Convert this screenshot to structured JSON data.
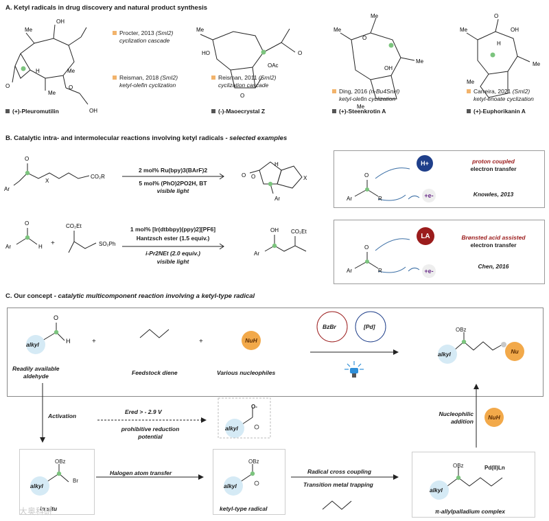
{
  "sectionA": {
    "title": "A. Ketyl radicals in drug discovery and natural product synthesis",
    "products": [
      {
        "name": "(+)-Pleuromutilin"
      },
      {
        "name": "(-)-Maoecrystal Z"
      },
      {
        "name": "(+)-Steenkrotin A"
      },
      {
        "name": "(+)-Euphorikanin A"
      }
    ],
    "refs": [
      {
        "author": "Procter, 2013",
        "reagent": "(SmI2)",
        "desc": "cyclization cascade"
      },
      {
        "author": "Reisman, 2018",
        "reagent": "(SmI2)",
        "desc": "ketyl-olefin cyclization"
      },
      {
        "author": "Reisman, 2011",
        "reagent": "(SmI2)",
        "desc": "cyclization cascade"
      },
      {
        "author": "Ding, 2016",
        "reagent": "(n-Bu4SnH)",
        "desc": "ketyl-olefin cyclization"
      },
      {
        "author": "Carreira, 2021",
        "reagent": "(SmI2)",
        "desc": "ketyl-enoate cyclization"
      }
    ]
  },
  "sectionB": {
    "title": "B. Catalytic intra- and intermolecular reactions involving ketyl radicals",
    "title_italic": "- selected examples",
    "rxn1": {
      "cond_top": "2 mol% Ru(bpy)3(BArF)2",
      "cond_bottom1": "5 mol% (PhO)2PO2H, BT",
      "cond_bottom2": "visible light"
    },
    "rxn2": {
      "cond_top1": "1 mol% [Ir(dtbbpy)(ppy)2][PF6]",
      "cond_top2": "Hantzsch ester (1.5 equiv.)",
      "cond_bottom1": "i-Pr2NEt (2.0 equiv.)",
      "cond_bottom2": "visible light",
      "plus": "+"
    },
    "panel1": {
      "badge": "H+",
      "title1": "proton coupled",
      "title2": "electron transfer",
      "credit": "Knowles, 2013",
      "electron": "+e-"
    },
    "panel2": {
      "badge": "LA",
      "title1": "Brønsted acid assisted",
      "title2": "electron transfer",
      "credit": "Chen, 2016",
      "electron": "+e-"
    }
  },
  "sectionC": {
    "title": "C. Our concept",
    "title_italic": "- catalytic multicomponent reaction involving a ketyl-type radical",
    "aldehyde_label1": "Readily available",
    "aldehyde_label2": "aldehyde",
    "diene_label": "Feedstock diene",
    "nuc_label": "Various nucleophiles",
    "nuh": "NuH",
    "nu": "Nu",
    "bzbr": "BzBr",
    "pd": "[Pd]",
    "alkyl": "alkyl",
    "obz": "OBz",
    "br": "Br",
    "plus": "+",
    "activation": "Activation",
    "ered": "Ered > - 2.9 V",
    "prohibitive1": "prohibitive reduction",
    "prohibitive2": "potential",
    "halogen": "Halogen atom transfer",
    "radical_cc": "Radical cross coupling",
    "tm_trap": "Transition metal trapping",
    "nucleophilic1": "Nucleophilic",
    "nucleophilic2": "addition",
    "insitu": "in situ",
    "ketyl_type": "ketyl-type radical",
    "allylpd": "π-allylpalladium complex",
    "pdl": "Pd(II)Ln",
    "o_minus": "O-"
  },
  "watermark": "大奥科研"
}
